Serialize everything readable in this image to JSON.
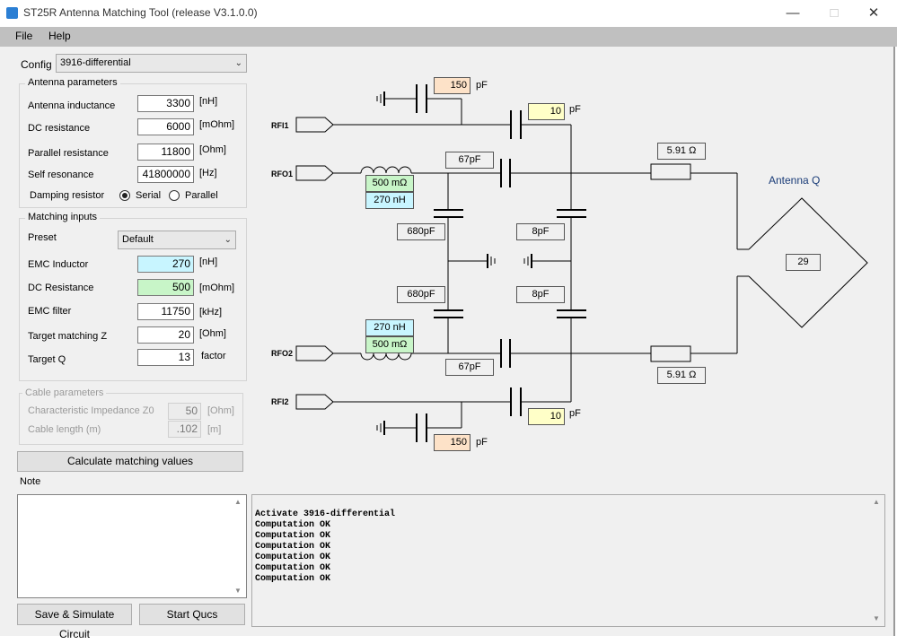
{
  "window": {
    "title": "ST25R Antenna Matching Tool (release V3.1.0.0)"
  },
  "menu": {
    "file": "File",
    "help": "Help"
  },
  "config": {
    "label": "Config",
    "value": "3916-differential"
  },
  "antenna": {
    "title": "Antenna parameters",
    "inductance": {
      "label": "Antenna inductance",
      "value": "3300",
      "unit": "[nH]"
    },
    "dc_resistance": {
      "label": "DC resistance",
      "value": "6000",
      "unit": "[mOhm]"
    },
    "parallel_resistance": {
      "label": "Parallel resistance",
      "value": "11800",
      "unit": "[Ohm]"
    },
    "self_resonance": {
      "label": "Self resonance",
      "value": "41800000",
      "unit": "[Hz]"
    },
    "damping": {
      "label": "Damping resistor",
      "serial": "Serial",
      "parallel": "Parallel",
      "selected": "Serial"
    }
  },
  "matching": {
    "title": "Matching inputs",
    "preset": {
      "label": "Preset",
      "value": "Default"
    },
    "emc_inductor": {
      "label": "EMC Inductor",
      "value": "270",
      "unit": "[nH]"
    },
    "dc_resistance": {
      "label": "DC Resistance",
      "value": "500",
      "unit": "[mOhm]"
    },
    "emc_filter": {
      "label": "EMC filter",
      "value": "11750",
      "unit": "[kHz]"
    },
    "target_z": {
      "label": "Target matching Z",
      "value": "20",
      "unit": "[Ohm]"
    },
    "target_q": {
      "label": "Target Q",
      "value": "13",
      "unit": "factor"
    }
  },
  "cable": {
    "title": "Cable parameters",
    "impedance": {
      "label": "Characteristic Impedance Z0",
      "value": "50",
      "unit": "[Ohm]"
    },
    "length": {
      "label": "Cable length (m)",
      "value": ".102",
      "unit": "[m]"
    }
  },
  "buttons": {
    "calculate": "Calculate matching values",
    "save_simulate": "Save & Simulate Circuit",
    "start_qucs": "Start Qucs"
  },
  "note": {
    "label": "Note"
  },
  "log": [
    "Activate 3916-differential",
    "Computation OK",
    "Computation OK",
    "Computation OK",
    "Computation OK",
    "Computation OK",
    "Computation OK"
  ],
  "schematic": {
    "pins": {
      "rfi1": "RFI1",
      "rfo1": "RFO1",
      "rfo2": "RFO2",
      "rfi2": "RFI2"
    },
    "c_top_rx": "150",
    "c_top_rx_unit": "pF",
    "c_top_couple": "10",
    "c_top_couple_unit": "pF",
    "c_bot_rx": "150",
    "c_bot_rx_unit": "pF",
    "c_bot_couple": "10",
    "c_bot_couple_unit": "pF",
    "c_series_top": "67pF",
    "c_series_bot": "67pF",
    "c_emc_top": "680pF",
    "c_emc_bot": "680pF",
    "c_par_top": "8pF",
    "c_par_bot": "8pF",
    "r_emc_top": "500 mΩ",
    "l_emc_top": "270 nH",
    "r_emc_bot": "500 mΩ",
    "l_emc_bot": "270 nH",
    "r_ant_top": "5.91 Ω",
    "r_ant_bot": "5.91 Ω",
    "antenna_q_label": "Antenna Q",
    "antenna_q": "29"
  },
  "colors": {
    "peach": "#fde2c8",
    "yellow": "#ffffc8",
    "cyan": "#c8f5ff",
    "green": "#c8f5c8",
    "menubar": "#c0c0c0"
  }
}
